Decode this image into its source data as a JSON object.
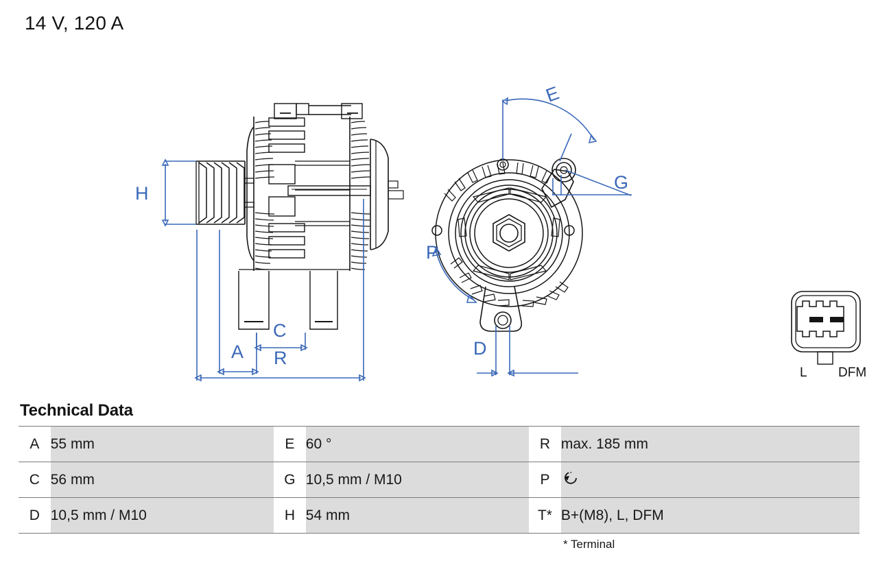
{
  "page": {
    "title": "14 V, 120 A"
  },
  "drawing": {
    "side_view": {
      "dimension_labels": [
        {
          "key": "H",
          "name": "dimension-label-h"
        },
        {
          "key": "A",
          "name": "dimension-label-a"
        },
        {
          "key": "C",
          "name": "dimension-label-c"
        },
        {
          "key": "R",
          "name": "dimension-label-r"
        }
      ]
    },
    "end_view": {
      "dimension_labels": [
        {
          "key": "E",
          "name": "dimension-label-e"
        },
        {
          "key": "G",
          "name": "dimension-label-g"
        },
        {
          "key": "P",
          "name": "dimension-label-p"
        },
        {
          "key": "D",
          "name": "dimension-label-d"
        }
      ]
    },
    "connector": {
      "left_label": "L",
      "right_label": "DFM"
    },
    "accent_color": "#3a68b8",
    "line_color": "#141414"
  },
  "tech_data": {
    "heading": "Technical Data",
    "footnote": "* Terminal",
    "rows": [
      {
        "col1_key": "A",
        "col1_val": "55 mm",
        "col2_key": "E",
        "col2_val": "60 °",
        "col3_key": "R",
        "col3_val": "max. 185 mm"
      },
      {
        "col1_key": "C",
        "col1_val": "56 mm",
        "col2_key": "G",
        "col2_val": "10,5 mm / M10",
        "col3_key": "P",
        "col3_val": ""
      },
      {
        "col1_key": "D",
        "col1_val": "10,5 mm / M10",
        "col2_key": "H",
        "col2_val": "54 mm",
        "col3_key": "T*",
        "col3_val": "B+(M8), L, DFM"
      }
    ],
    "rotation_icon_name": "counter-clockwise-rotation-icon"
  }
}
